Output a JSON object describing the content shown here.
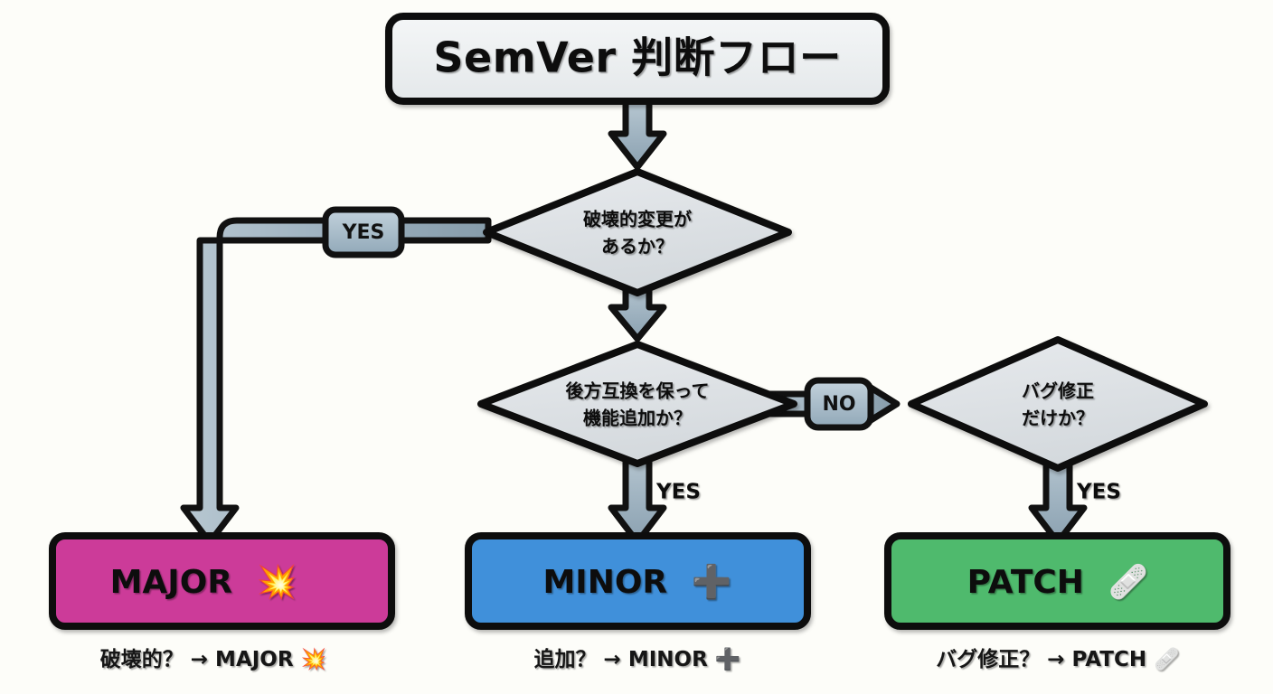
{
  "diagram": {
    "title": "SemVer 判断フロー",
    "background_color": "#fdfdf9",
    "outline_color": "#111111",
    "nodes": {
      "title_box": {
        "label": "SemVer 判断フロー",
        "shape": "rounded-rect",
        "fill": "#eceff1"
      },
      "decision_breaking": {
        "line1": "破壊的変更が",
        "line2": "あるか？",
        "shape": "diamond",
        "fill": "#dfe3e6"
      },
      "decision_backward": {
        "line1": "後方互換を保って",
        "line2": "機能追加か？",
        "shape": "diamond",
        "fill": "#dfe3e6"
      },
      "decision_bugfix": {
        "line1": "バグ修正",
        "line2": "だけか？",
        "shape": "diamond",
        "fill": "#dfe3e6"
      },
      "result_major": {
        "label": "MAJOR",
        "emoji": "💥",
        "shape": "rounded-rect",
        "fill": "#cc3b99"
      },
      "result_minor": {
        "label": "MINOR",
        "emoji": "➕",
        "shape": "rounded-rect",
        "fill": "#3f90da"
      },
      "result_patch": {
        "label": "PATCH",
        "emoji": "🩹",
        "shape": "rounded-rect",
        "fill": "#4fba6d"
      }
    },
    "edge_labels": {
      "breaking_yes": "YES",
      "backward_no": "NO",
      "backward_yes": "YES",
      "bugfix_yes": "YES"
    },
    "badge_fill": "#a8bcc9",
    "arrow_fill": "#9fb3c0",
    "captions": [
      {
        "text": "破壊的？ → MAJOR 💥"
      },
      {
        "text": "追加？ → MINOR ➕"
      },
      {
        "text": "バグ修正？ → PATCH 🩹"
      }
    ]
  }
}
